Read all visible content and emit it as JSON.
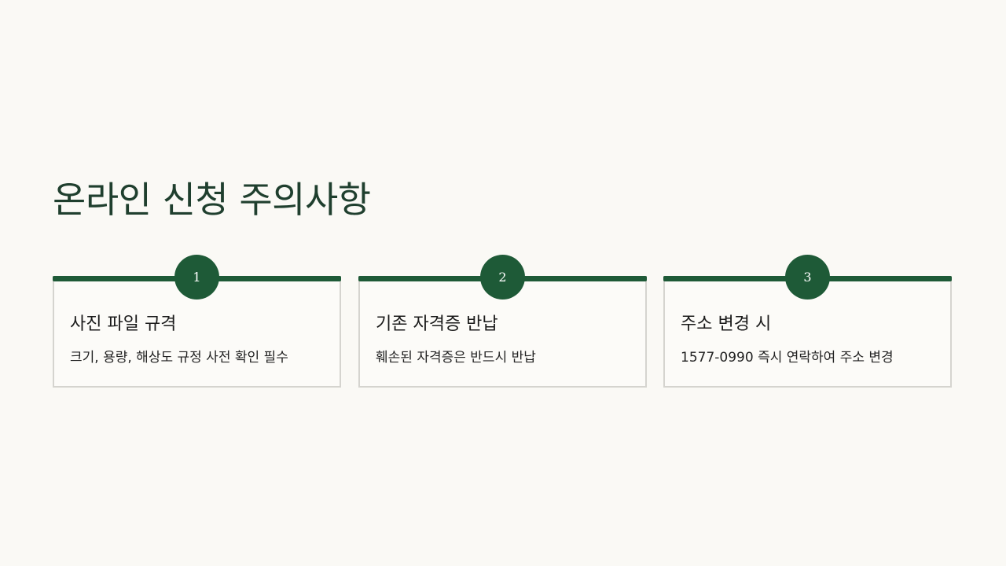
{
  "page": {
    "title": "온라인 신청 주의사항"
  },
  "cards": [
    {
      "number": "1",
      "heading": "사진 파일 규격",
      "description": "크기, 용량, 해상도 규정 사전 확인 필수"
    },
    {
      "number": "2",
      "heading": "기존 자격증 반납",
      "description": "훼손된 자격증은 반드시 반납"
    },
    {
      "number": "3",
      "heading": "주소 변경 시",
      "description": "1577-0990 즉시 연락하여 주소 변경"
    }
  ],
  "colors": {
    "accent": "#1e5a37",
    "title": "#1f3f2e",
    "background": "#faf9f5",
    "card_border": "#d5d4cf"
  }
}
